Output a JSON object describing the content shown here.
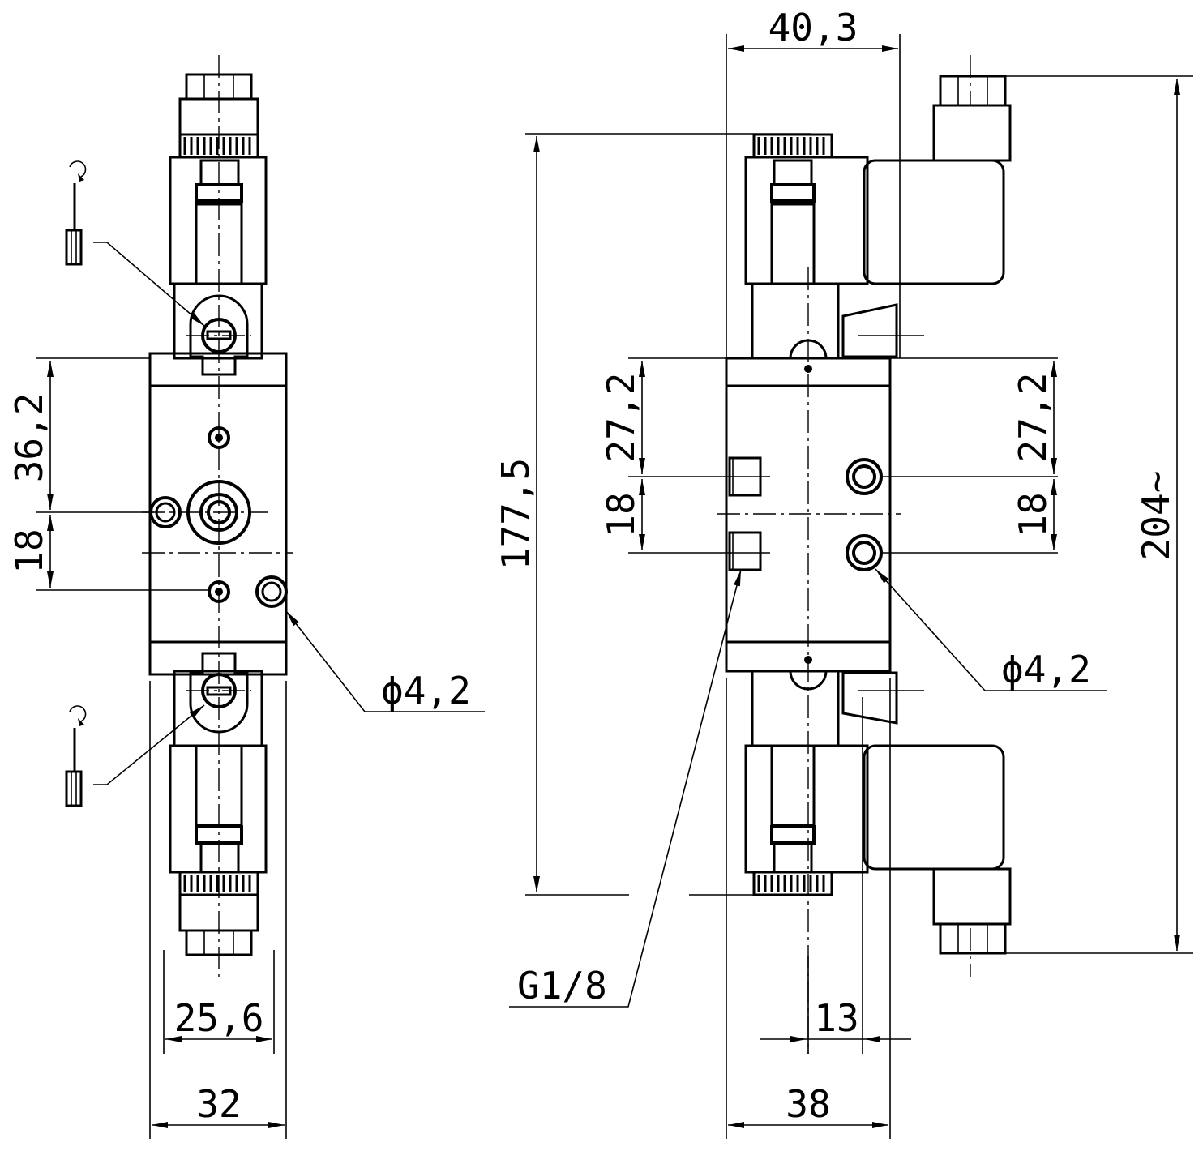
{
  "drawing": {
    "dims": {
      "d_40_3": "40,3",
      "d_36_2": "36,2",
      "d_18_left": "18",
      "d_27_2_a": "27,2",
      "d_18_a": "18",
      "d_27_2_b": "27,2",
      "d_18_b": "18",
      "d_177_5": "177,5",
      "d_204": "204~",
      "d_phi_left": "ϕ4,2",
      "d_phi_right": "ϕ4,2",
      "d_g18": "G1/8",
      "d_25_6": "25,6",
      "d_32": "32",
      "d_13": "13",
      "d_38": "38"
    },
    "icons": {
      "screwdriver_top": "screwdriver-icon",
      "screwdriver_bottom": "screwdriver-icon"
    }
  }
}
